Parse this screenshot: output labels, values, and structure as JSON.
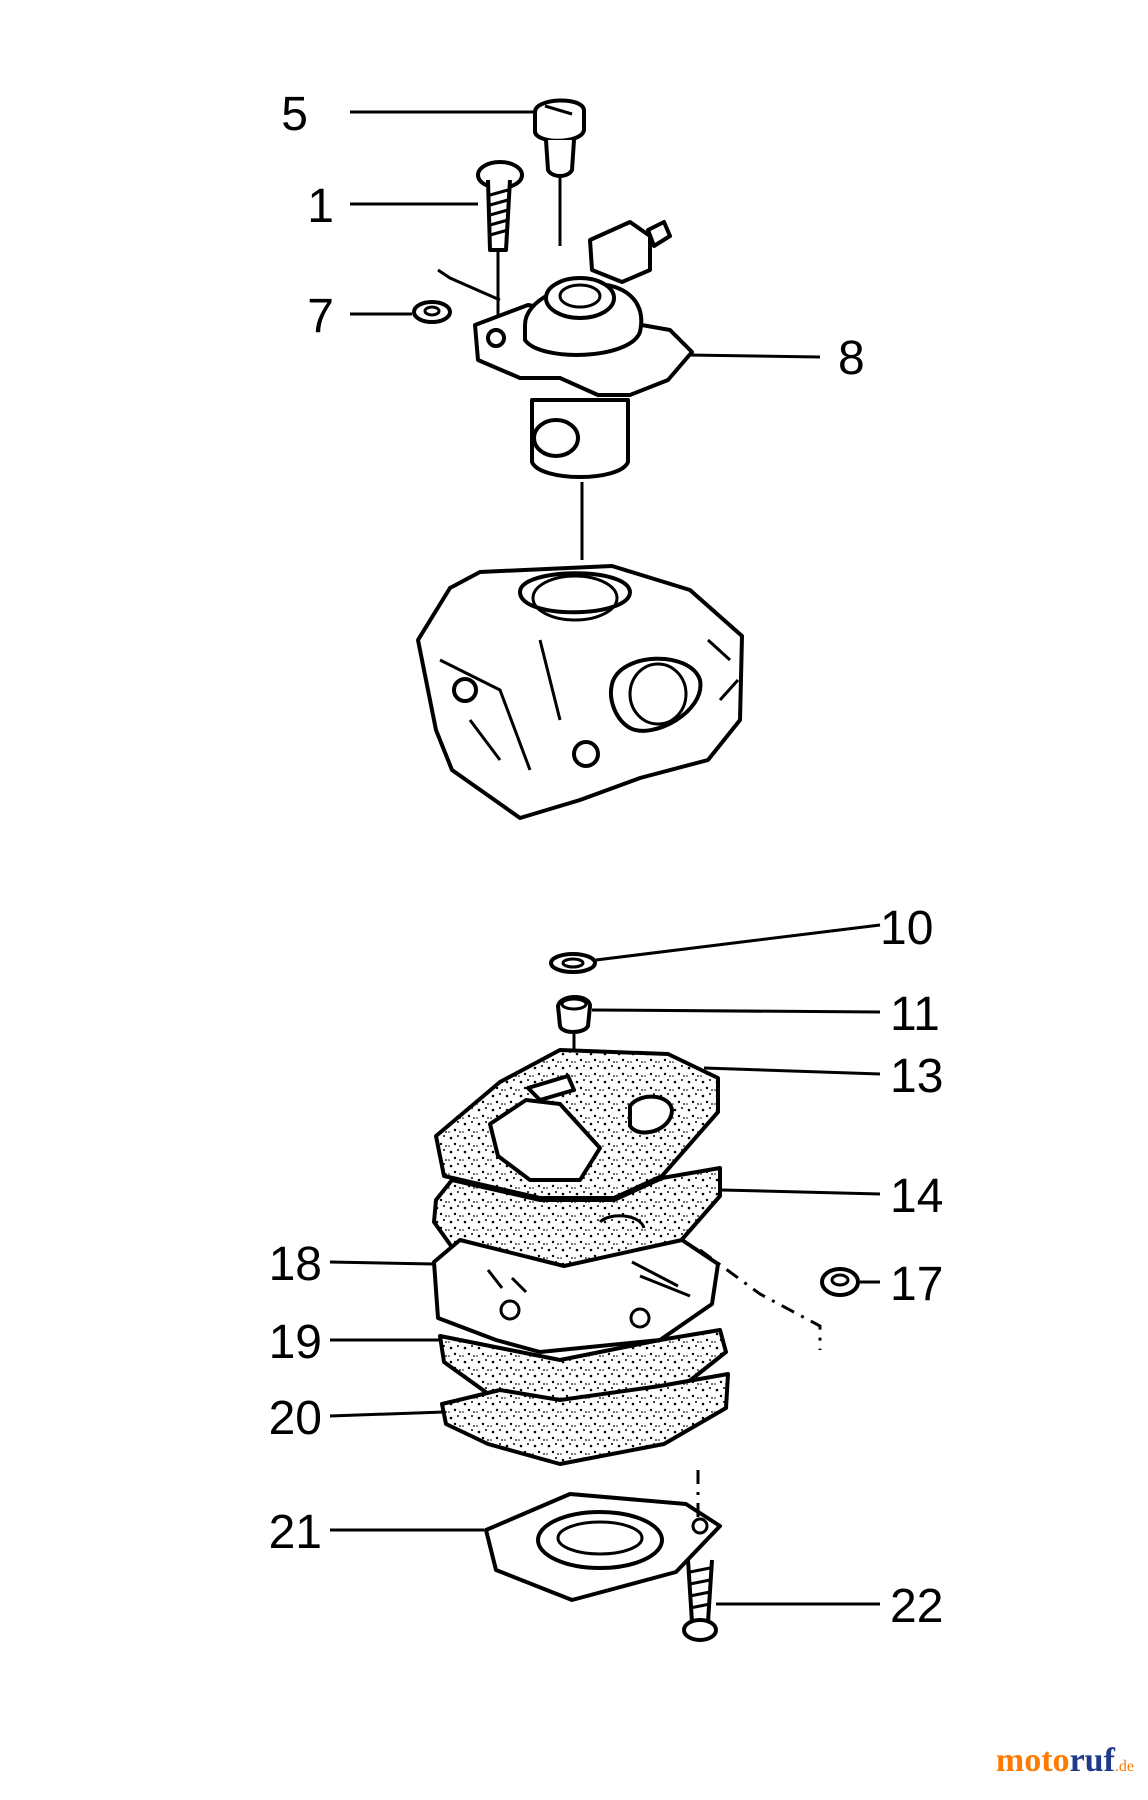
{
  "callouts": [
    {
      "id": "c5",
      "text": "5"
    },
    {
      "id": "c1",
      "text": "1"
    },
    {
      "id": "c7",
      "text": "7"
    },
    {
      "id": "c8",
      "text": "8"
    },
    {
      "id": "c10",
      "text": "10"
    },
    {
      "id": "c11",
      "text": "11"
    },
    {
      "id": "c13",
      "text": "13"
    },
    {
      "id": "c14",
      "text": "14"
    },
    {
      "id": "c17",
      "text": "17"
    },
    {
      "id": "c18",
      "text": "18"
    },
    {
      "id": "c19",
      "text": "19"
    },
    {
      "id": "c20",
      "text": "20"
    },
    {
      "id": "c21",
      "text": "21"
    },
    {
      "id": "c22",
      "text": "22"
    }
  ],
  "watermark": {
    "part1": "moto",
    "part2": "ruf",
    "part3": ".de"
  }
}
